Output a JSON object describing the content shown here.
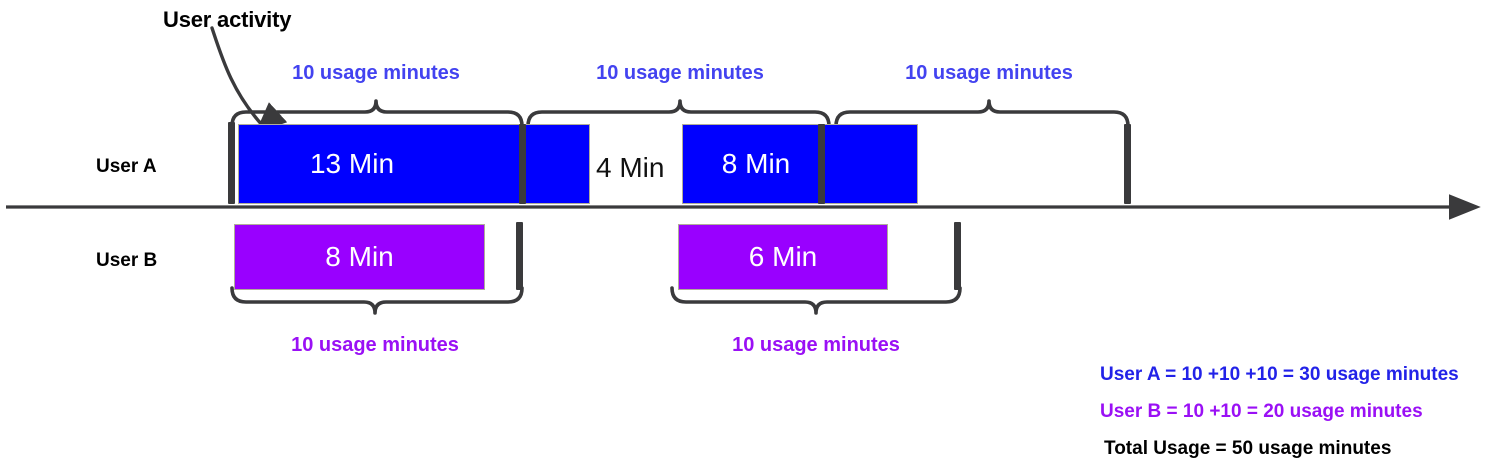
{
  "diagram": {
    "title_annotation": "User activity",
    "axis": {
      "name": "timeline-axis",
      "arrow_direction": "right"
    },
    "colors": {
      "user_a_bar": "#0000FF",
      "user_b_bar": "#9900FF",
      "user_a_label_text": "#4343F0",
      "user_b_label_text": "#9A10F5",
      "axis": "#3A3A3C",
      "brace": "#3A3A3C",
      "black_text": "#000000"
    },
    "rows": [
      {
        "id": "user-a",
        "label": "User A",
        "bar_color": "#0000FF",
        "segments": [
          {
            "label": "13 Min",
            "value": 13,
            "unit": "Min"
          },
          {
            "label": "",
            "value": null,
            "unit": "Min"
          },
          {
            "label": "8 Min",
            "value": 8,
            "unit": "Min"
          },
          {
            "label": "",
            "value": null,
            "unit": "Min"
          }
        ],
        "gap_label": "4 Min",
        "gap_value": 4,
        "braces": [
          {
            "label": "10 usage minutes",
            "value": 10
          },
          {
            "label": "10 usage minutes",
            "value": 10
          },
          {
            "label": "10 usage minutes",
            "value": 10
          }
        ]
      },
      {
        "id": "user-b",
        "label": "User B",
        "bar_color": "#9900FF",
        "segments": [
          {
            "label": "8 Min",
            "value": 8,
            "unit": "Min"
          },
          {
            "label": "6 Min",
            "value": 6,
            "unit": "Min"
          }
        ],
        "braces": [
          {
            "label": "10 usage minutes",
            "value": 10
          },
          {
            "label": "10 usage minutes",
            "value": 10
          }
        ]
      }
    ],
    "legend": [
      {
        "id": "user-a-total",
        "text": "User A = 10 +10 +10 = 30 usage minutes",
        "color": "#2222E8"
      },
      {
        "id": "user-b-total",
        "text": "User B = 10 +10 = 20 usage minutes",
        "color": "#9A10F5"
      },
      {
        "id": "total-usage",
        "text": "Total Usage = 50 usage minutes",
        "color": "#000000"
      }
    ]
  },
  "chart_data": {
    "type": "bar",
    "title": "User activity",
    "xlabel": "",
    "ylabel": "",
    "categories": [
      "User A",
      "User B"
    ],
    "series": [
      {
        "name": "User A",
        "color": "#0000FF",
        "segments_minutes": [
          13,
          8
        ],
        "gap_minutes": 4,
        "billed_blocks": [
          10,
          10,
          10
        ],
        "total_usage_minutes": 30
      },
      {
        "name": "User B",
        "color": "#9900FF",
        "segments_minutes": [
          8,
          6
        ],
        "billed_blocks": [
          10,
          10
        ],
        "total_usage_minutes": 20
      }
    ],
    "total_usage_minutes": 50,
    "grid": false,
    "legend_position": "bottom-right"
  }
}
